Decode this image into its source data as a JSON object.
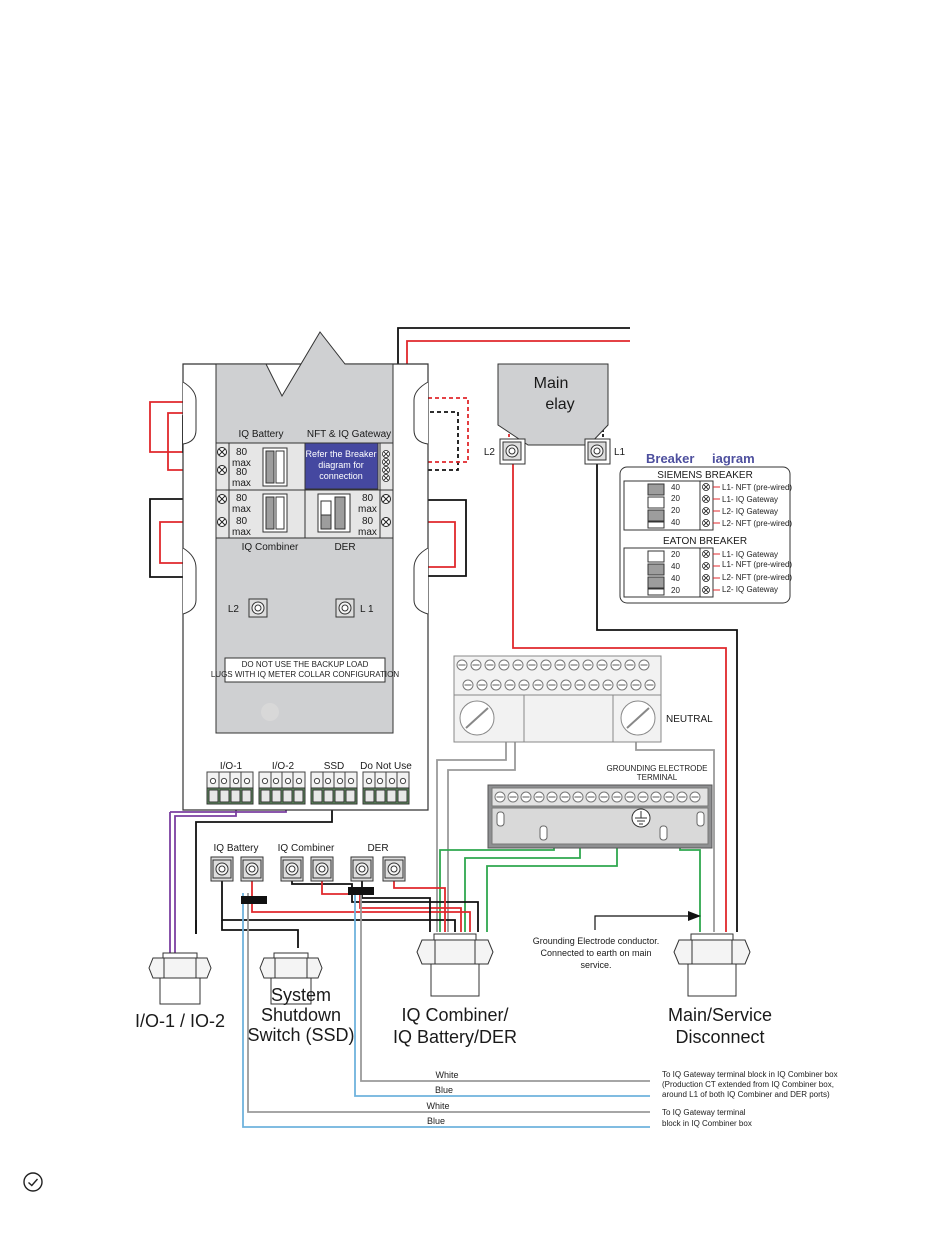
{
  "panel": {
    "iq_battery": "IQ Battery",
    "nft_gateway": "NFT & IQ Gateway",
    "max80_num": "80",
    "max80_unit": "max",
    "refer_line1": "Refer the Breaker",
    "refer_line2": "diagram for",
    "refer_line3": "connection",
    "iq_combiner": "IQ Combiner",
    "der": "DER",
    "l2": "L2",
    "l1": "L 1",
    "warn_line1": "DO NOT USE THE BACKUP LOAD",
    "warn_line2": "LUGS WITH IQ METER COLLAR CONFIGURATION"
  },
  "ports": {
    "io1": "I/O-1",
    "io2": "I/O-2",
    "ssd": "SSD",
    "dnu": "Do Not Use"
  },
  "relay": {
    "line1": "Main",
    "line2": "elay",
    "l2": "L2",
    "l1": "L1"
  },
  "breaker_diagram": {
    "title_a": "Breaker",
    "title_b": "iagram",
    "siemens": {
      "title": "SIEMENS BREAKER",
      "ratings": [
        "40",
        "20",
        "20",
        "40"
      ],
      "labels": [
        "L1- NFT (pre-wired)",
        "L1- IQ Gateway",
        "L2- IQ Gateway",
        "L2- NFT (pre-wired)"
      ]
    },
    "eaton": {
      "title": "EATON BREAKER",
      "ratings": [
        "20",
        "40",
        "40",
        "20"
      ],
      "labels": [
        "L1- IQ Gateway",
        "L1- NFT (pre-wired)",
        "L2- NFT (pre-wired)",
        "L2- IQ Gateway"
      ]
    }
  },
  "neutral_label": "NEUTRAL",
  "grounding": {
    "title_line1": "GROUNDING ELECTRODE",
    "title_line2": "TERMINAL",
    "note_line1": "Grounding Electrode conductor.",
    "note_line2": "Connected to earth on main",
    "note_line3": "service."
  },
  "terminals": {
    "iq_battery": "IQ Battery",
    "iq_combiner": "IQ Combiner",
    "der": "DER"
  },
  "conduits": {
    "io_label": "I/O-1 / IO-2",
    "ssd_line1": "System",
    "ssd_line2": "Shutdown",
    "ssd_line3": "Switch (SSD)",
    "comb_line1": "IQ Combiner/",
    "comb_line2": "IQ Battery/DER",
    "main_line1": "Main/Service",
    "main_line2": "Disconnect"
  },
  "wires": {
    "white1": "White",
    "blue1": "Blue",
    "white2": "White",
    "blue2": "Blue",
    "note1_line1": "To IQ Gateway terminal block in IQ Combiner box",
    "note1_line2": "(Production CT extended from IQ Combiner box,",
    "note1_line3": "around L1 of both IQ Combiner and DER ports)",
    "note2_line1": "To IQ Gateway terminal",
    "note2_line2": "block in IQ Combiner box"
  },
  "colors": {
    "red": "#e0282c",
    "green": "#2fa84f",
    "purple": "#7b3fa0",
    "lightblue": "#6fb2dd",
    "gray": "#9a9a9a",
    "accent": "#4d4f9e"
  },
  "icons": [
    "check-circle-icon",
    "ground-symbol-icon"
  ]
}
